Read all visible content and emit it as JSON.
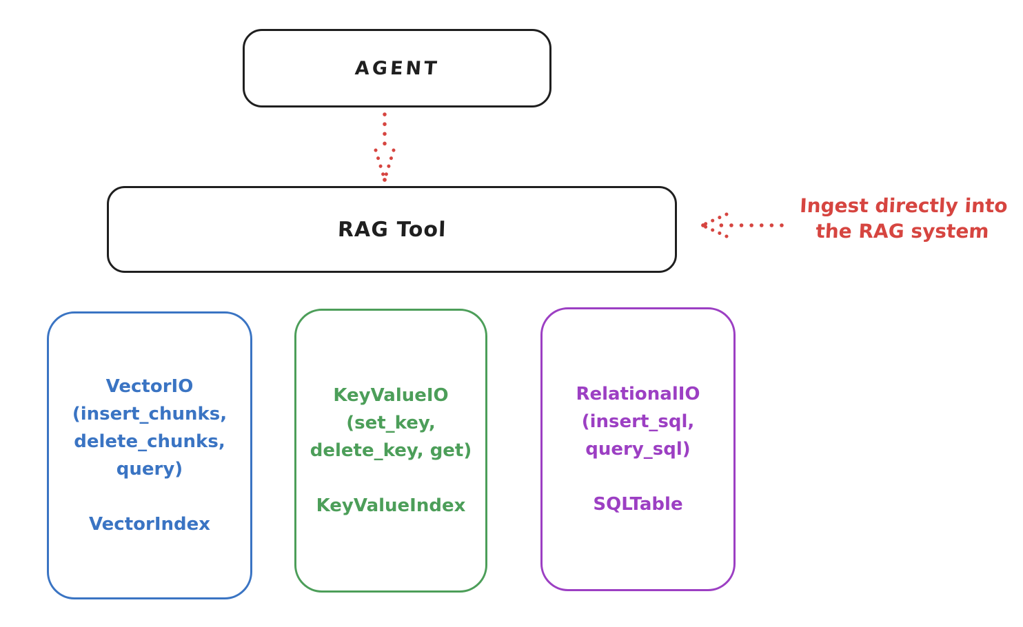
{
  "diagram": {
    "nodes": {
      "agent": {
        "label": "AGENT"
      },
      "rag_tool": {
        "label": "RAG Tool"
      }
    },
    "annotation": {
      "lines": [
        "Ingest directly into",
        "the RAG system"
      ]
    },
    "arrows": [
      {
        "name": "agent-to-rag-tool",
        "style": "dotted",
        "direction": "down",
        "color": "#d64540"
      },
      {
        "name": "annotation-to-rag-tool",
        "style": "dotted",
        "direction": "left",
        "color": "#d64540"
      }
    ],
    "io_nodes": [
      {
        "title": "VectorIO",
        "methods_lines": [
          "(insert_chunks,",
          "delete_chunks,",
          "query)"
        ],
        "index_label": "VectorIndex",
        "color": "#3a74c3"
      },
      {
        "title": "KeyValueIO",
        "methods_lines": [
          "(set_key,",
          "delete_key, get)"
        ],
        "index_label": "KeyValueIndex",
        "color": "#4c9e59"
      },
      {
        "title": "RelationalIO",
        "methods_lines": [
          "(insert_sql,",
          "query_sql)"
        ],
        "index_label": "SQLTable",
        "color": "#9c3fc3"
      }
    ],
    "colors": {
      "ink": "#1f1f1f",
      "accent_red": "#d64540",
      "blue": "#3a74c3",
      "green": "#4c9e59",
      "purple": "#9c3fc3",
      "background": "#ffffff"
    }
  }
}
